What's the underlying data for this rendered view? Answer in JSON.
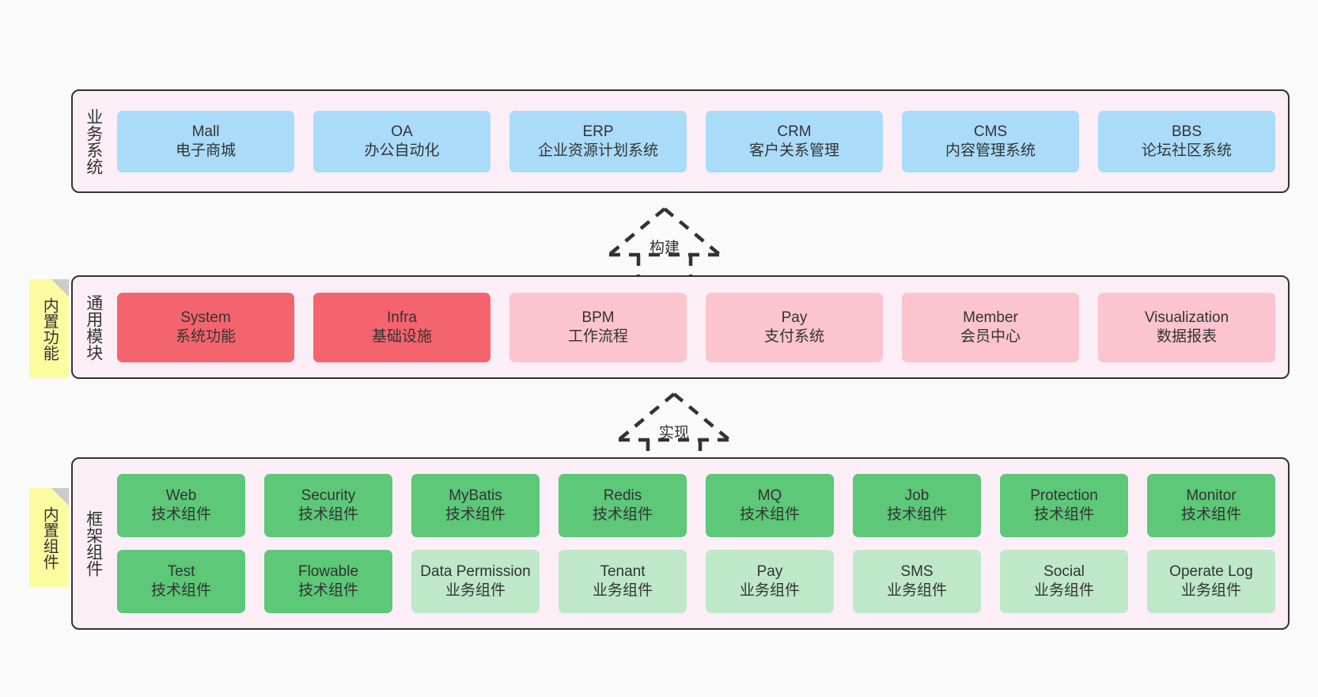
{
  "layers": [
    {
      "key": "business",
      "title": "业务系统",
      "sticky": null,
      "rows": [
        {
          "style": "blue",
          "cards": [
            {
              "en": "Mall",
              "cn": "电子商城"
            },
            {
              "en": "OA",
              "cn": "办公自动化"
            },
            {
              "en": "ERP",
              "cn": "企业资源计划系统"
            },
            {
              "en": "CRM",
              "cn": "客户关系管理"
            },
            {
              "en": "CMS",
              "cn": "内容管理系统"
            },
            {
              "en": "BBS",
              "cn": "论坛社区系统"
            }
          ]
        }
      ]
    },
    {
      "key": "common",
      "title": "通用模块",
      "sticky": "内置功能",
      "rows": [
        {
          "style": "mixed",
          "cards": [
            {
              "en": "System",
              "cn": "系统功能",
              "style": "red"
            },
            {
              "en": "Infra",
              "cn": "基础设施",
              "style": "red"
            },
            {
              "en": "BPM",
              "cn": "工作流程",
              "style": "pink"
            },
            {
              "en": "Pay",
              "cn": "支付系统",
              "style": "pink"
            },
            {
              "en": "Member",
              "cn": "会员中心",
              "style": "pink"
            },
            {
              "en": "Visualization",
              "cn": "数据报表",
              "style": "pink"
            }
          ]
        }
      ]
    },
    {
      "key": "framework",
      "title": "框架组件",
      "sticky": "内置组件",
      "rows": [
        {
          "style": "green",
          "cards": [
            {
              "en": "Web",
              "cn": "技术组件",
              "style": "green"
            },
            {
              "en": "Security",
              "cn": "技术组件",
              "style": "green"
            },
            {
              "en": "MyBatis",
              "cn": "技术组件",
              "style": "green"
            },
            {
              "en": "Redis",
              "cn": "技术组件",
              "style": "green"
            },
            {
              "en": "MQ",
              "cn": "技术组件",
              "style": "green"
            },
            {
              "en": "Job",
              "cn": "技术组件",
              "style": "green"
            },
            {
              "en": "Protection",
              "cn": "技术组件",
              "style": "green"
            },
            {
              "en": "Monitor",
              "cn": "技术组件",
              "style": "green"
            }
          ]
        },
        {
          "style": "green-light",
          "cards": [
            {
              "en": "Test",
              "cn": "技术组件",
              "style": "green"
            },
            {
              "en": "Flowable",
              "cn": "技术组件",
              "style": "green"
            },
            {
              "en": "Data Permission",
              "cn": "业务组件",
              "style": "green-light"
            },
            {
              "en": "Tenant",
              "cn": "业务组件",
              "style": "green-light"
            },
            {
              "en": "Pay",
              "cn": "业务组件",
              "style": "green-light"
            },
            {
              "en": "SMS",
              "cn": "业务组件",
              "style": "green-light"
            },
            {
              "en": "Social",
              "cn": "业务组件",
              "style": "green-light"
            },
            {
              "en": "Operate Log",
              "cn": "业务组件",
              "style": "green-light"
            }
          ]
        }
      ]
    }
  ],
  "arrows": [
    {
      "key": "build",
      "label": "构建"
    },
    {
      "key": "implement",
      "label": "实现"
    }
  ],
  "colors": {
    "band_bg": "#fbeef6",
    "band_border": "#333333",
    "blue": "#aadcfa",
    "red": "#f4646e",
    "pink": "#fbc4ce",
    "green": "#5cc878",
    "green_light": "#bfe8c8",
    "sticky": "#fbfba0",
    "sticky_fold": "#cccccc",
    "canvas": "#fafafa"
  }
}
